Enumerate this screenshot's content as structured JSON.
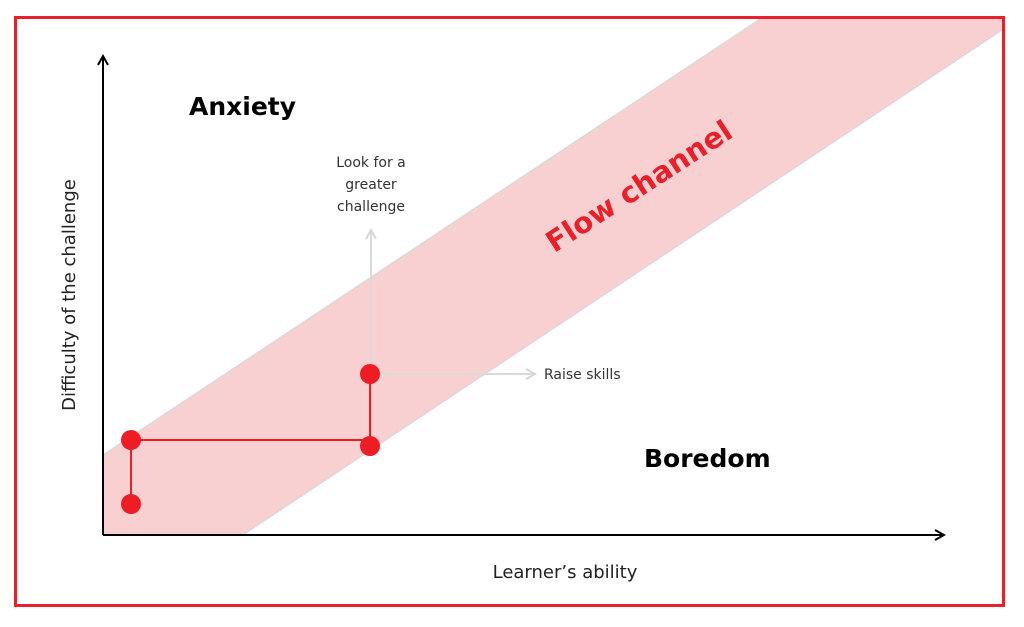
{
  "diagram": {
    "regions": {
      "anxiety": "Anxiety",
      "boredom": "Boredom",
      "flow_channel": "Flow channel"
    },
    "axes": {
      "x_label": "Learner’s ability",
      "y_label": "Difficulty of the challenge"
    },
    "annotations": {
      "up": [
        "Look for a",
        "greater",
        "challenge"
      ],
      "right": "Raise skills"
    },
    "colors": {
      "frame": "#e8202a",
      "band_fill": "#f8d0d2",
      "band_edge": "#d8d8d8",
      "path": "#ee1c24",
      "flow_label": "#e8202a",
      "guide_arrow": "#d9d9d9",
      "axis": "#000000"
    }
  }
}
